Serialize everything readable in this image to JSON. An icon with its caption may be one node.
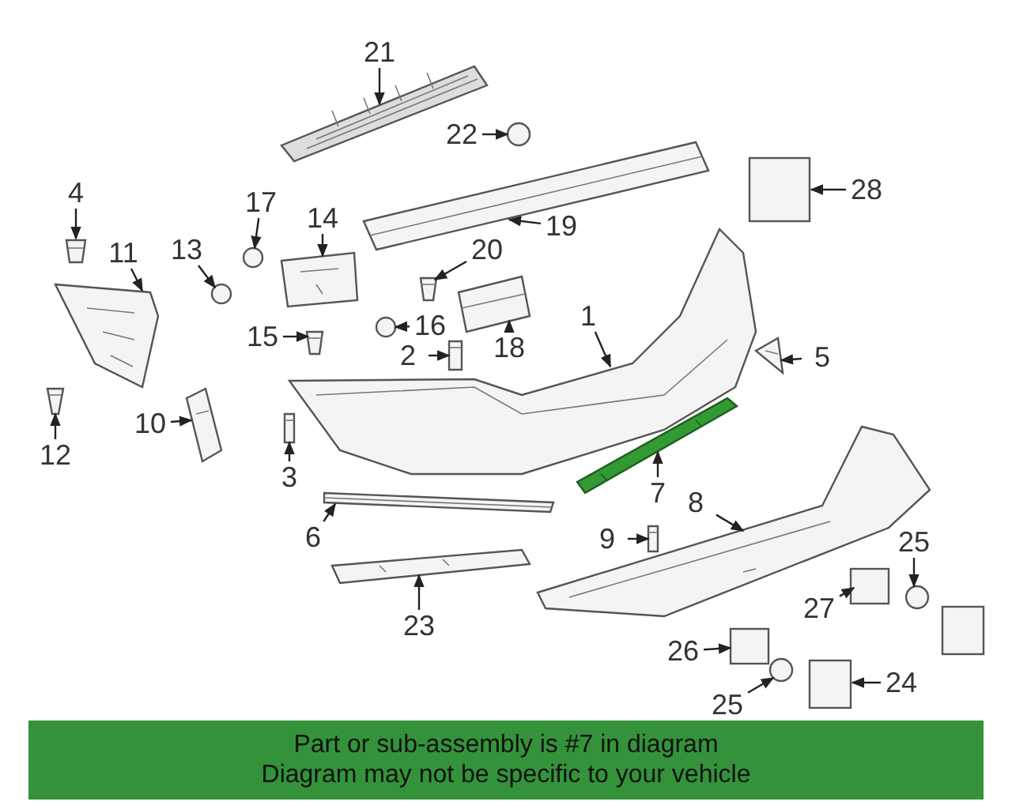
{
  "diagram": {
    "nodes": [
      {
        "text": [
          "21"
        ]
      },
      {
        "text": [
          "22"
        ]
      },
      {
        "text": [
          "28"
        ]
      },
      {
        "text": [
          "19"
        ]
      },
      {
        "text": [
          "4"
        ]
      },
      {
        "text": [
          "17"
        ]
      },
      {
        "text": [
          "14"
        ]
      },
      {
        "text": [
          "13"
        ]
      },
      {
        "text": [
          "11"
        ]
      },
      {
        "text": [
          "20"
        ]
      },
      {
        "text": [
          "1"
        ]
      },
      {
        "text": [
          "5"
        ]
      },
      {
        "text": [
          "15"
        ]
      },
      {
        "text": [
          "16"
        ]
      },
      {
        "text": [
          "18"
        ]
      },
      {
        "text": [
          "2"
        ]
      },
      {
        "text": [
          "10"
        ]
      },
      {
        "text": [
          "12"
        ]
      },
      {
        "text": [
          "3"
        ]
      },
      {
        "text": [
          "7"
        ]
      },
      {
        "text": [
          "6"
        ]
      },
      {
        "text": [
          "8"
        ]
      },
      {
        "text": [
          "9"
        ]
      },
      {
        "text": [
          "25"
        ]
      },
      {
        "text": [
          "27"
        ]
      },
      {
        "text": [
          "23"
        ]
      },
      {
        "text": [
          "26"
        ]
      },
      {
        "text": [
          "25"
        ]
      },
      {
        "text": [
          "24"
        ]
      },
      {
        "text": [
          "Part or sub-assembly is #7 in diagram",
          "Diagram may not be specific to your vehicle"
        ]
      },
      {
        "text": [],
        "shape": "picture"
      },
      {
        "text": [],
        "shape": "circle"
      },
      {
        "text": [],
        "shape": "box"
      },
      {
        "text": [],
        "shape": "picture"
      },
      {
        "text": [],
        "shape": "picture"
      },
      {
        "text": [],
        "shape": "circle"
      },
      {
        "text": [],
        "shape": "picture"
      },
      {
        "text": [],
        "shape": "circle"
      },
      {
        "text": [],
        "shape": "picture"
      },
      {
        "text": [],
        "shape": "picture"
      },
      {
        "text": [],
        "shape": "picture"
      },
      {
        "text": [],
        "shape": "picture"
      },
      {
        "text": [],
        "shape": "picture"
      },
      {
        "text": [],
        "shape": "circle"
      },
      {
        "text": [],
        "shape": "picture"
      },
      {
        "text": [],
        "shape": "picture"
      },
      {
        "text": [],
        "shape": "picture"
      },
      {
        "text": [],
        "shape": "picture"
      },
      {
        "text": [],
        "shape": "picture"
      },
      {
        "text": [],
        "shape": "picture"
      },
      {
        "text": [],
        "shape": "picture"
      },
      {
        "text": [],
        "shape": "picture"
      },
      {
        "text": [],
        "shape": "picture"
      },
      {
        "text": [],
        "shape": "circle"
      },
      {
        "text": [],
        "shape": "box"
      },
      {
        "text": [],
        "shape": "picture"
      },
      {
        "text": [],
        "shape": "box"
      },
      {
        "text": [],
        "shape": "circle"
      },
      {
        "text": [],
        "shape": "box"
      }
    ],
    "edges": [
      {
        "from": 0,
        "to": 30,
        "arrow": "to"
      },
      {
        "from": 1,
        "to": 31,
        "arrow": "to"
      },
      {
        "from": 2,
        "to": 32,
        "arrow": "to"
      },
      {
        "from": 3,
        "to": 33,
        "arrow": "to"
      },
      {
        "from": 4,
        "to": 34,
        "arrow": "to"
      },
      {
        "from": 5,
        "to": 35,
        "arrow": "to"
      },
      {
        "from": 6,
        "to": 36,
        "arrow": "to"
      },
      {
        "from": 7,
        "to": 37,
        "arrow": "to"
      },
      {
        "from": 8,
        "to": 38,
        "arrow": "to"
      },
      {
        "from": 9,
        "to": 39,
        "arrow": "to"
      },
      {
        "from": 10,
        "to": 40,
        "arrow": "to"
      },
      {
        "from": 11,
        "to": 41,
        "arrow": "to"
      },
      {
        "from": 12,
        "to": 42,
        "arrow": "to"
      },
      {
        "from": 13,
        "to": 43,
        "arrow": "to"
      },
      {
        "from": 14,
        "to": 44,
        "arrow": "to"
      },
      {
        "from": 15,
        "to": 45,
        "arrow": "to"
      },
      {
        "from": 16,
        "to": 46,
        "arrow": "to"
      },
      {
        "from": 17,
        "to": 47,
        "arrow": "to"
      },
      {
        "from": 18,
        "to": 48,
        "arrow": "to"
      },
      {
        "from": 19,
        "to": 49,
        "arrow": "to"
      },
      {
        "from": 20,
        "to": 50,
        "arrow": "to"
      },
      {
        "from": 21,
        "to": 51,
        "arrow": "to"
      },
      {
        "from": 22,
        "to": 52,
        "arrow": "to"
      },
      {
        "from": 23,
        "to": 53,
        "arrow": "to"
      },
      {
        "from": 24,
        "to": 54,
        "arrow": "to"
      },
      {
        "from": 25,
        "to": 55,
        "arrow": "to"
      },
      {
        "from": 26,
        "to": 56,
        "arrow": "to"
      },
      {
        "from": 27,
        "to": 57,
        "arrow": "to"
      },
      {
        "from": 28,
        "to": 58,
        "arrow": "to"
      }
    ]
  }
}
